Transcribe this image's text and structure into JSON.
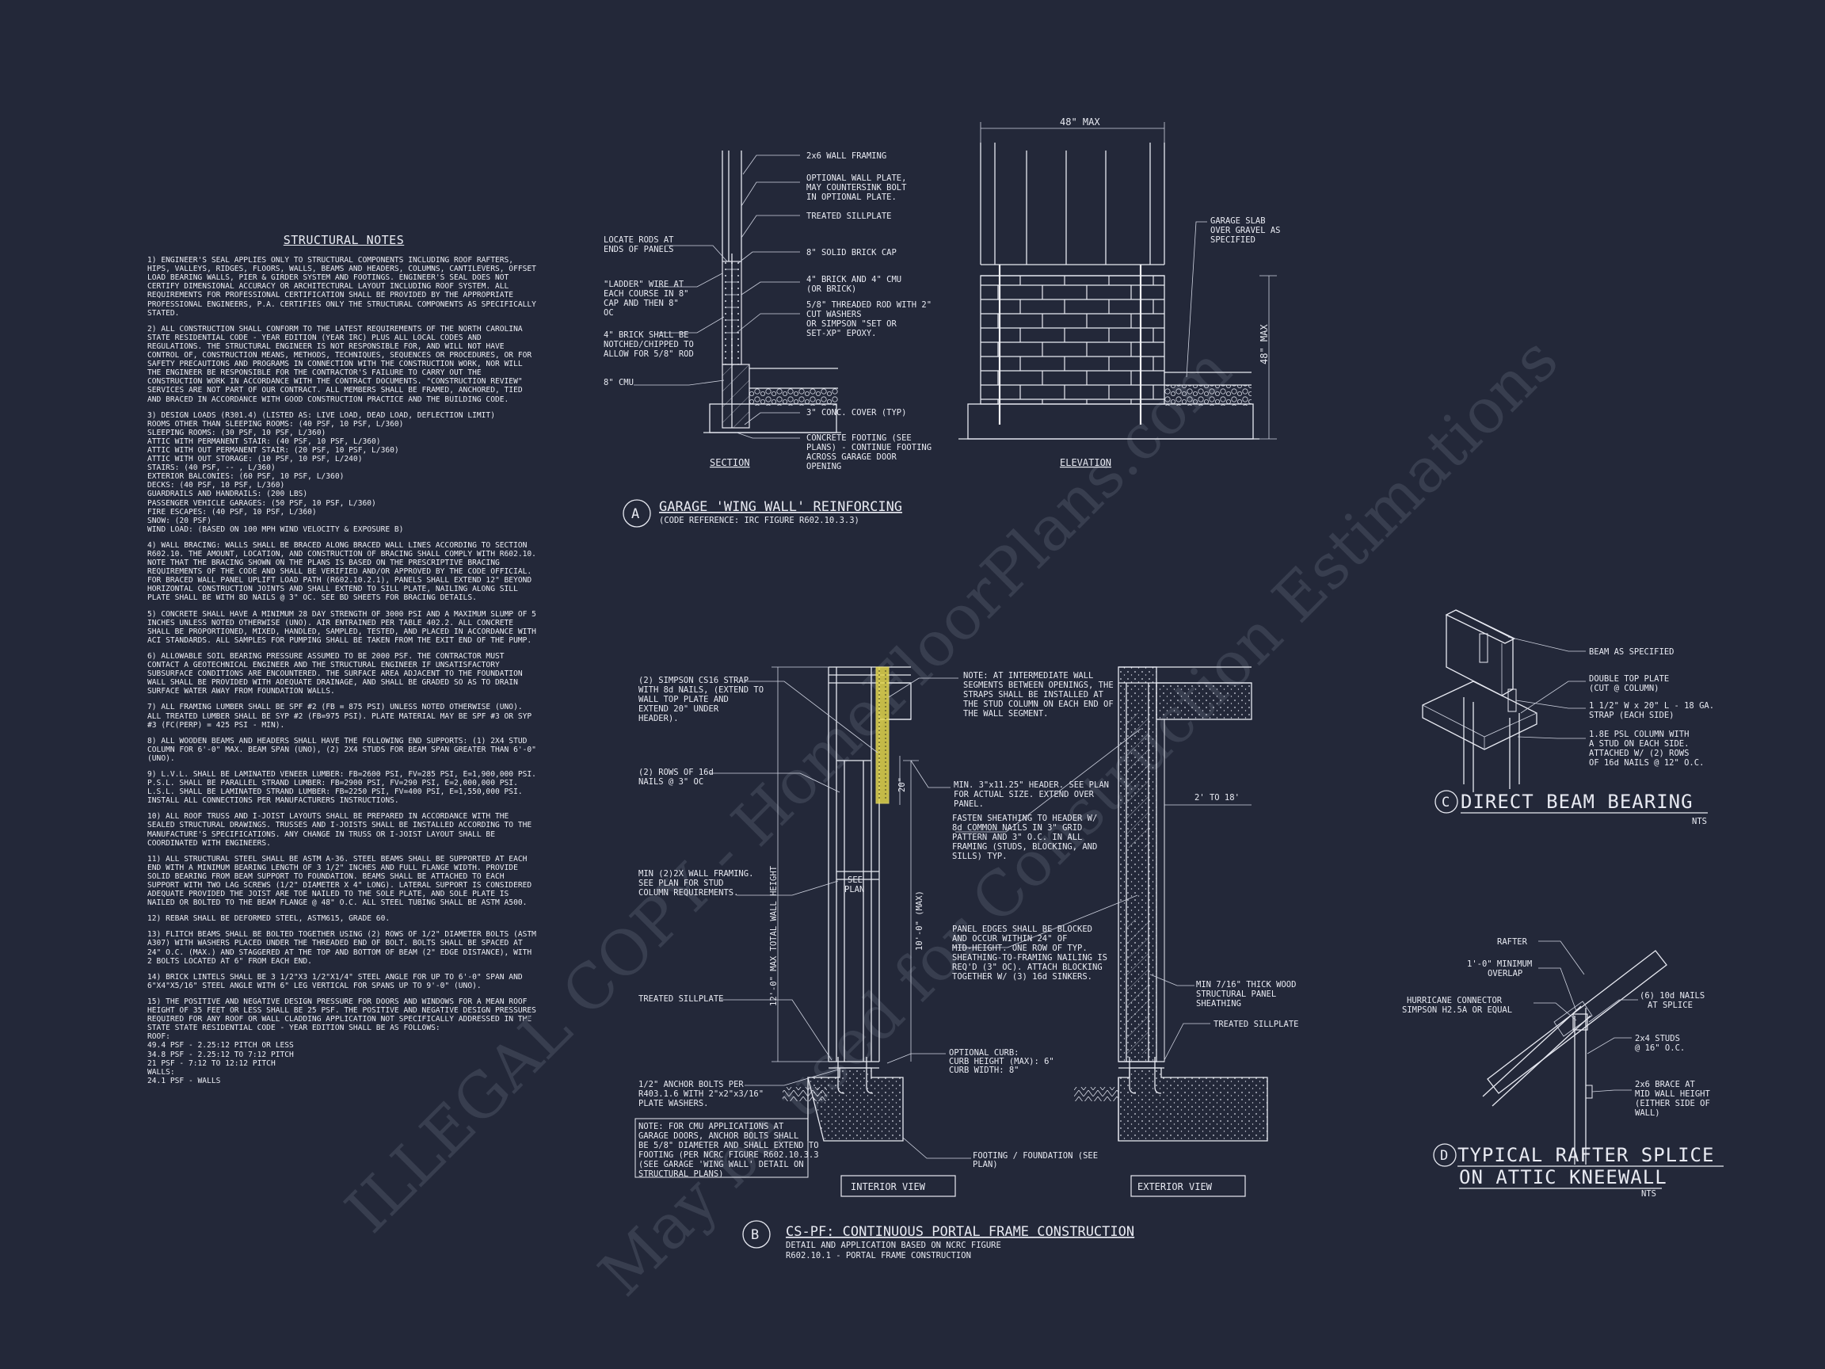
{
  "watermark": {
    "line1": "ILLEGAL COPY - HomeFloorPlans.com",
    "line2": "May be used for Construction Estimations"
  },
  "notes": {
    "title": "STRUCTURAL NOTES",
    "items": [
      "1) ENGINEER'S SEAL APPLIES ONLY TO STRUCTURAL COMPONENTS INCLUDING ROOF RAFTERS, HIPS, VALLEYS, RIDGES, FLOORS, WALLS, BEAMS AND HEADERS, COLUMNS, CANTILEVERS, OFFSET LOAD BEARING WALLS, PIER & GIRDER SYSTEM AND FOOTINGS. ENGINEER'S SEAL DOES NOT CERTIFY DIMENSIONAL ACCURACY OR ARCHITECTURAL LAYOUT INCLUDING ROOF SYSTEM. ALL REQUIREMENTS FOR PROFESSIONAL CERTIFICATION SHALL BE PROVIDED BY THE APPROPRIATE PROFESSIONAL ENGINEERS, P.A. CERTIFIES ONLY THE STRUCTURAL COMPONENTS AS SPECIFICALLY STATED.",
      "2) ALL CONSTRUCTION SHALL CONFORM TO THE LATEST REQUIREMENTS OF THE NORTH CAROLINA STATE RESIDENTIAL CODE - YEAR EDITION (YEAR IRC) PLUS ALL LOCAL CODES AND REGULATIONS. THE STRUCTURAL ENGINEER IS NOT RESPONSIBLE FOR, AND WILL NOT HAVE CONTROL OF, CONSTRUCTION MEANS, METHODS, TECHNIQUES, SEQUENCES OR PROCEDURES, OR FOR SAFETY PRECAUTIONS AND PROGRAMS IN CONNECTION WITH THE CONSTRUCTION WORK, NOR WILL THE ENGINEER BE RESPONSIBLE FOR THE CONTRACTOR'S FAILURE TO CARRY OUT THE CONSTRUCTION WORK IN ACCORDANCE WITH THE CONTRACT DOCUMENTS. \"CONSTRUCTION REVIEW\" SERVICES ARE NOT PART OF OUR CONTRACT. ALL MEMBERS SHALL BE FRAMED, ANCHORED, TIED AND BRACED IN ACCORDANCE WITH GOOD CONSTRUCTION PRACTICE AND THE BUILDING CODE.",
      "3) DESIGN LOADS (R301.4) (LISTED AS: LIVE LOAD, DEAD LOAD, DEFLECTION LIMIT)\nROOMS OTHER THAN SLEEPING ROOMS: (40 PSF, 10 PSF, L/360)\nSLEEPING ROOMS: (30 PSF, 10 PSF, L/360)\nATTIC WITH PERMANENT STAIR: (40 PSF, 10 PSF, L/360)\nATTIC WITH OUT PERMANENT STAIR: (20 PSF, 10 PSF, L/360)\nATTIC WITH OUT STORAGE: (10 PSF, 10 PSF, L/240)\nSTAIRS: (40 PSF, -- , L/360)\nEXTERIOR BALCONIES: (60 PSF, 10 PSF, L/360)\nDECKS: (40 PSF, 10 PSF, L/360)\nGUARDRAILS AND HANDRAILS: (200 LBS)\nPASSENGER VEHICLE GARAGES: (50 PSF, 10 PSF, L/360)\nFIRE ESCAPES: (40 PSF, 10 PSF, L/360)\nSNOW: (20 PSF)\nWIND LOAD: (BASED ON 100 MPH WIND VELOCITY & EXPOSURE B)",
      "4) WALL BRACING: WALLS SHALL BE BRACED ALONG BRACED WALL LINES ACCORDING TO SECTION R602.10. THE AMOUNT, LOCATION, AND CONSTRUCTION OF BRACING SHALL COMPLY WITH R602.10. NOTE THAT THE BRACING SHOWN ON THE PLANS IS BASED ON THE PRESCRIPTIVE BRACING REQUIREMENTS OF THE CODE AND SHALL BE VERIFIED AND/OR APPROVED BY THE CODE OFFICIAL. FOR BRACED WALL PANEL UPLIFT LOAD PATH (R602.10.2.1), PANELS SHALL EXTEND 12\" BEYOND HORIZONTAL CONSTRUCTION JOINTS AND SHALL EXTEND TO SILL PLATE, NAILING ALONG SILL PLATE SHALL BE WITH 8d NAILS @ 3\" OC. SEE BD SHEETS FOR BRACING DETAILS.",
      "5) CONCRETE SHALL HAVE A MINIMUM 28 DAY STRENGTH OF 3000 PSI AND A MAXIMUM SLUMP OF 5 INCHES UNLESS NOTED OTHERWISE (UNO). AIR ENTRAINED PER TABLE 402.2. ALL CONCRETE SHALL BE PROPORTIONED, MIXED, HANDLED, SAMPLED, TESTED, AND PLACED IN ACCORDANCE WITH ACI STANDARDS. ALL SAMPLES FOR PUMPING SHALL BE TAKEN FROM THE EXIT END OF THE PUMP.",
      "6) ALLOWABLE SOIL BEARING PRESSURE ASSUMED TO BE 2000 PSF. THE CONTRACTOR MUST CONTACT A GEOTECHNICAL ENGINEER AND THE STRUCTURAL ENGINEER IF UNSATISFACTORY SUBSURFACE CONDITIONS ARE ENCOUNTERED. THE SURFACE AREA ADJACENT TO THE FOUNDATION WALL SHALL BE PROVIDED WITH ADEQUATE DRAINAGE, AND SHALL BE GRADED SO AS TO DRAIN SURFACE WATER AWAY FROM FOUNDATION WALLS.",
      "7) ALL FRAMING LUMBER SHALL BE SPF #2 (Fb = 875 PSI) UNLESS NOTED OTHERWISE (UNO). ALL TREATED LUMBER SHALL BE SYP #2 (Fb=975 PSI). PLATE MATERIAL MAY BE SPF #3 OR SYP #3 (Fc(perp) = 425 PSI - MIN).",
      "8) ALL WOODEN BEAMS AND HEADERS SHALL HAVE THE FOLLOWING END SUPPORTS: (1) 2x4 STUD COLUMN FOR 6'-0\" MAX. BEAM SPAN (UNO), (2) 2X4 STUDS FOR BEAM SPAN GREATER THAN 6'-0\" (UNO).",
      "9) L.V.L. SHALL BE LAMINATED VENEER LUMBER: Fb=2600 PSI, Fv=285 PSI, E=1,900,000 PSI. P.S.L. SHALL BE PARALLEL STRAND LUMBER: Fb=2900 PSI, Fv=290 PSI, E=2,000,000 PSI. L.S.L. SHALL BE LAMINATED STRAND LUMBER: Fb=2250 PSI, Fv=400 PSI, E=1,550,000 PSI. INSTALL ALL CONNECTIONS PER MANUFACTURERS INSTRUCTIONS.",
      "10) ALL ROOF TRUSS AND I-JOIST LAYOUTS SHALL BE PREPARED IN ACCORDANCE WITH THE SEALED STRUCTURAL DRAWINGS. TRUSSES AND I-JOISTS SHALL BE INSTALLED ACCORDING TO THE MANUFACTURE'S SPECIFICATIONS. ANY CHANGE IN TRUSS OR I-JOIST LAYOUT SHALL BE COORDINATED WITH ENGINEERS.",
      "11) ALL STRUCTURAL STEEL SHALL BE ASTM A-36. STEEL BEAMS SHALL BE SUPPORTED AT EACH END WITH A MINIMUM BEARING LENGTH OF 3 1/2\" INCHES AND FULL FLANGE WIDTH. PROVIDE SOLID BEARING FROM BEAM SUPPORT TO FOUNDATION. BEAMS SHALL BE ATTACHED TO EACH SUPPORT WITH TWO LAG SCREWS (1/2\" DIAMETER x 4\" LONG). LATERAL SUPPORT IS CONSIDERED ADEQUATE PROVIDED THE JOIST ARE TOE NAILED TO THE SOLE PLATE, AND SOLE PLATE IS NAILED OR BOLTED TO THE BEAM FLANGE @ 48\" O.C. ALL STEEL TUBING SHALL BE ASTM A500.",
      "12) REBAR SHALL BE DEFORMED STEEL, ASTM615, GRADE 60.",
      "13) FLITCH BEAMS SHALL BE BOLTED TOGETHER USING (2) ROWS OF 1/2\" DIAMETER BOLTS (ASTM A307) WITH WASHERS PLACED UNDER THE THREADED END OF BOLT. BOLTS SHALL BE SPACED AT 24\" O.C. (MAX.) AND STAGGERED AT THE TOP AND BOTTOM OF BEAM (2\" EDGE DISTANCE), WITH 2 BOLTS LOCATED AT 6\" FROM EACH END.",
      "14) BRICK LINTELS SHALL BE 3 1/2\"x3 1/2\"x1/4\" STEEL ANGLE FOR UP TO 6'-0\" SPAN AND 6\"x4\"x5/16\" STEEL ANGLE WITH 6\" LEG VERTICAL FOR SPANS UP TO 9'-0\" (UNO).",
      "15) THE POSITIVE AND NEGATIVE DESIGN PRESSURE FOR DOORS AND WINDOWS FOR A MEAN ROOF HEIGHT OF 35 FEET OR LESS SHALL BE 25 PSF. THE POSITIVE AND NEGATIVE DESIGN PRESSURES REQUIRED FOR ANY ROOF OR WALL CLADDING APPLICATION NOT SPECIFICALLY ADDRESSED IN THE STATE STATE RESIDENTIAL CODE - YEAR EDITION SHALL BE AS FOLLOWS:\nROOF:\n49.4 PSF - 2.25:12 PITCH OR LESS\n34.8 PSF - 2.25:12 TO 7:12 PITCH\n21 PSF - 7:12 TO 12:12 PITCH\nWALLS:\n24.1 PSF - WALLS"
    ]
  },
  "detail_a": {
    "tag": "A",
    "title": "GARAGE 'WING WALL' REINFORCING",
    "subtitle": "(CODE REFERENCE: IRC FIGURE R602.10.3.3)",
    "section_label": "SECTION",
    "elevation_label": "ELEVATION",
    "dim_width": "48\" MAX",
    "dim_height": "48\" MAX",
    "left_notes": {
      "rods": "LOCATE RODS AT\nENDS OF PANELS",
      "ladder": "\"LADDER\" WIRE AT\nEACH COURSE IN 8\"\nCAP AND THEN 8\"\nOC",
      "brick": "4\" BRICK SHALL BE\nNOTCHED/CHIPPED TO\nALLOW FOR 5/8\" ROD",
      "cmu": "8\" CMU"
    },
    "right_notes": {
      "framing": "2x6 WALL FRAMING",
      "optional_plate": "OPTIONAL WALL PLATE,\nMAY COUNTERSINK BOLT\nIN OPTIONAL PLATE.",
      "sillplate": "TREATED SILLPLATE",
      "brick_cap": "8\" SOLID BRICK CAP",
      "brick_cmu": "4\" BRICK AND 4\" CMU\n(OR BRICK)",
      "threaded_rod": "5/8\" THREADED ROD WITH 2\"\nCUT WASHERS\nOR SIMPSON \"SET OR\nSET-XP\" EPOXY.",
      "cover": "3\" CONC. COVER (TYP)",
      "footing": "CONCRETE FOOTING (SEE\nPLANS) - CONTINUE FOOTING\nACROSS GARAGE DOOR\nOPENING"
    },
    "slab_note": "GARAGE SLAB\nOVER GRAVEL AS\nSPECIFIED"
  },
  "detail_b": {
    "tag": "B",
    "title": "CS-PF: CONTINUOUS PORTAL FRAME CONSTRUCTION",
    "subtitle": "DETAIL AND APPLICATION BASED ON NCRC FIGURE\nR602.10.1 - PORTAL FRAME CONSTRUCTION",
    "interior_view": "INTERIOR VIEW",
    "exterior_view": "EXTERIOR VIEW",
    "notes": {
      "strap": "(2) SIMPSON CS16 STRAP\nWITH 8d NAILS, (EXTEND TO\nWALL TOP PLATE AND\nEXTEND 20\" UNDER\nHEADER).",
      "rows": "(2) ROWS OF 16d\nNAILS @ 3\" OC",
      "min_framing": "MIN (2)2X WALL FRAMING.\nSEE PLAN FOR STUD\nCOLUMN REQUIREMENTS.",
      "sillplate": "TREATED SILLPLATE",
      "anchor": "1/2\" ANCHOR BOLTS PER\nR403.1.6 WITH 2\"x2\"x3/16\"\nPLATE WASHERS.",
      "cmu_note": "NOTE: FOR CMU APPLICATIONS AT\nGARAGE DOORS, ANCHOR BOLTS SHALL\nBE 5/8\" DIAMETER AND SHALL EXTEND TO\nFOOTING (PER NCRC FIGURE R602.10.3.3\n(SEE GARAGE 'WING WALL' DETAIL ON\nSTRUCTURAL PLANS)",
      "intermediate": "NOTE: AT INTERMEDIATE WALL\nSEGMENTS BETWEEN OPENINGS, THE\nSTRAPS SHALL BE INSTALLED AT\nTHE STUD COLUMN ON EACH END OF\nTHE WALL SEGMENT.",
      "header": "MIN. 3\"x11.25\" HEADER. SEE PLAN\nFOR ACTUAL SIZE. EXTEND OVER\nPANEL.",
      "fasten": "FASTEN SHEATHING TO HEADER W/\n8d COMMON NAILS IN 3\" GRID\nPATTERN AND 3\" O.C. IN ALL\nFRAMING (STUDS, BLOCKING, AND\nSILLS) TYP.",
      "panel_edges": "PANEL EDGES SHALL BE BLOCKED\nAND OCCUR WITHIN 24\" OF\nMID-HEIGHT. ONE ROW OF TYP.\nSHEATHING-TO-FRAMING NAILING IS\nREQ'D (3\" OC). ATTACH BLOCKING\nTOGETHER W/ (3) 16d SINKERS.",
      "wood_panel": "MIN 7/16\" THICK WOOD\nSTRUCTURAL PANEL\nSHEATHING",
      "sill_right": "TREATED SILLPLATE",
      "curb": "OPTIONAL CURB:\nCURB HEIGHT (MAX): 6\"\nCURB WIDTH: 8\"",
      "footing": "FOOTING / FOUNDATION (SEE\nPLAN)",
      "see_plan": "SEE\nPLAN",
      "dim_20": "20\"",
      "dim_height_total": "12'-0\" MAX TOTAL WALL HEIGHT",
      "dim_height_max": "10'-0\" (MAX)",
      "dim_2to18": "2' TO 18'"
    }
  },
  "detail_c": {
    "tag": "C",
    "title": "DIRECT BEAM BEARING",
    "nts": "NTS",
    "notes": {
      "beam": "BEAM AS SPECIFIED",
      "double_top": "DOUBLE TOP PLATE\n(CUT @ COLUMN)",
      "strap": "1 1/2\" W x 20\" L - 18 GA.\nSTRAP (EACH SIDE)",
      "column": "1.8E PSL COLUMN WITH\nA STUD ON EACH SIDE.\nATTACHED W/ (2) ROWS\nOF 16d NAILS @ 12\" O.C."
    }
  },
  "detail_d": {
    "tag": "D",
    "title_line1": "TYPICAL RAFTER SPLICE",
    "title_line2": "ON ATTIC KNEEWALL",
    "nts": "NTS",
    "notes": {
      "rafter": "RAFTER",
      "overlap": "1'-0\" MINIMUM\nOVERLAP",
      "connector": "HURRICANE CONNECTOR\nSIMPSON H2.5A OR EQUAL",
      "nails": "(6) 10d NAILS\nAT SPLICE",
      "studs": "2x4 STUDS\n@ 16\" O.C.",
      "brace": "2x6 BRACE AT\nMID WALL HEIGHT\n(EITHER SIDE OF\nWALL)"
    }
  }
}
